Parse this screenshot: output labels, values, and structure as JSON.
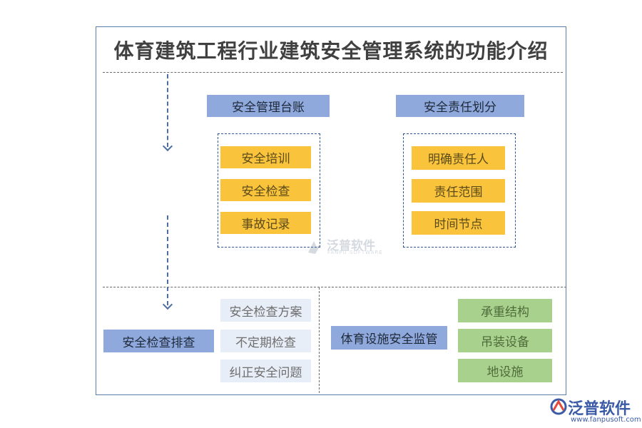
{
  "title": "体育建筑工程行业建筑安全管理系统的功能介绍",
  "sections": {
    "ledger": {
      "heading": "安全管理台账",
      "items": [
        "安全培训",
        "安全检查",
        "事故记录"
      ]
    },
    "responsibility": {
      "heading": "安全责任划分",
      "items": [
        "明确责任人",
        "责任范围",
        "时间节点"
      ]
    },
    "inspection": {
      "heading": "安全检查排查",
      "items": [
        "安全检查方案",
        "不定期检查",
        "纠正安全问题"
      ]
    },
    "facility": {
      "heading": "体育设施安全监管",
      "items": [
        "承重结构",
        "吊装设备",
        "地设施"
      ]
    }
  },
  "watermark": {
    "name": "泛普软件",
    "sub": "FANPU SOFTWARE"
  },
  "logo": {
    "name": "泛普软件",
    "url": "www.fanpusoft.com"
  },
  "colors": {
    "frame": "#5a7fa8",
    "heading_blue": "#8fa9dc",
    "item_yellow": "#f9c43c",
    "item_pale": "#e8eef8",
    "item_green": "#a9d18e",
    "brand": "#3b5ba7"
  }
}
